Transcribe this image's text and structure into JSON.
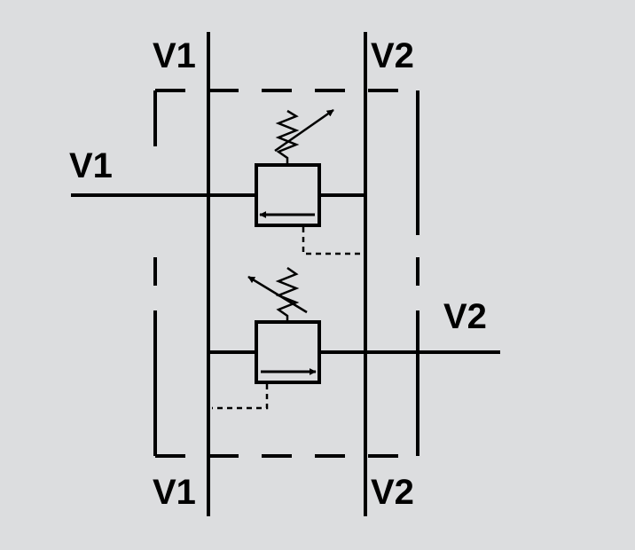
{
  "diagram": {
    "title": "",
    "colors": {
      "background": "#dcdddf",
      "line": "#000000"
    },
    "labels": {
      "top_left": "V1",
      "top_right": "V2",
      "side_left": "V1",
      "side_right": "V2",
      "bottom_left": "V1",
      "bottom_right": "V2"
    },
    "symbols": [
      "adjustable-spring-icon",
      "valve-flow-arrow-icon",
      "pilot-line"
    ]
  }
}
